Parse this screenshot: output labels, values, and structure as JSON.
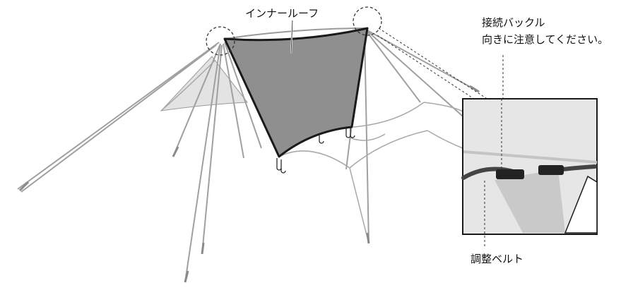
{
  "labels": {
    "inner_roof": "インナールーフ",
    "buckle_line1": "接続バックル",
    "buckle_line2": "向きに注意してください。",
    "belt": "調整ベルト"
  },
  "colors": {
    "inner_roof_fill": "#8f8f8f",
    "tarp_fill": "#d9d9d9",
    "outline": "#1a1a1a",
    "rope": "#9a9a9a",
    "inset_bg": "#e6e6e6"
  }
}
